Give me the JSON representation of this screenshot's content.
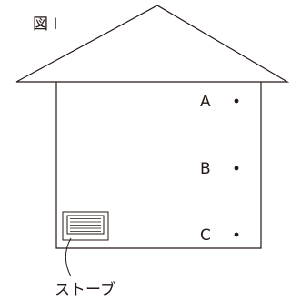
{
  "figure": {
    "label": "図 I"
  },
  "points": [
    {
      "name": "A"
    },
    {
      "name": "B"
    },
    {
      "name": "C"
    }
  ],
  "heater": {
    "label": "ストーブ"
  },
  "colors": {
    "line": "#231815",
    "background": "#ffffff"
  }
}
